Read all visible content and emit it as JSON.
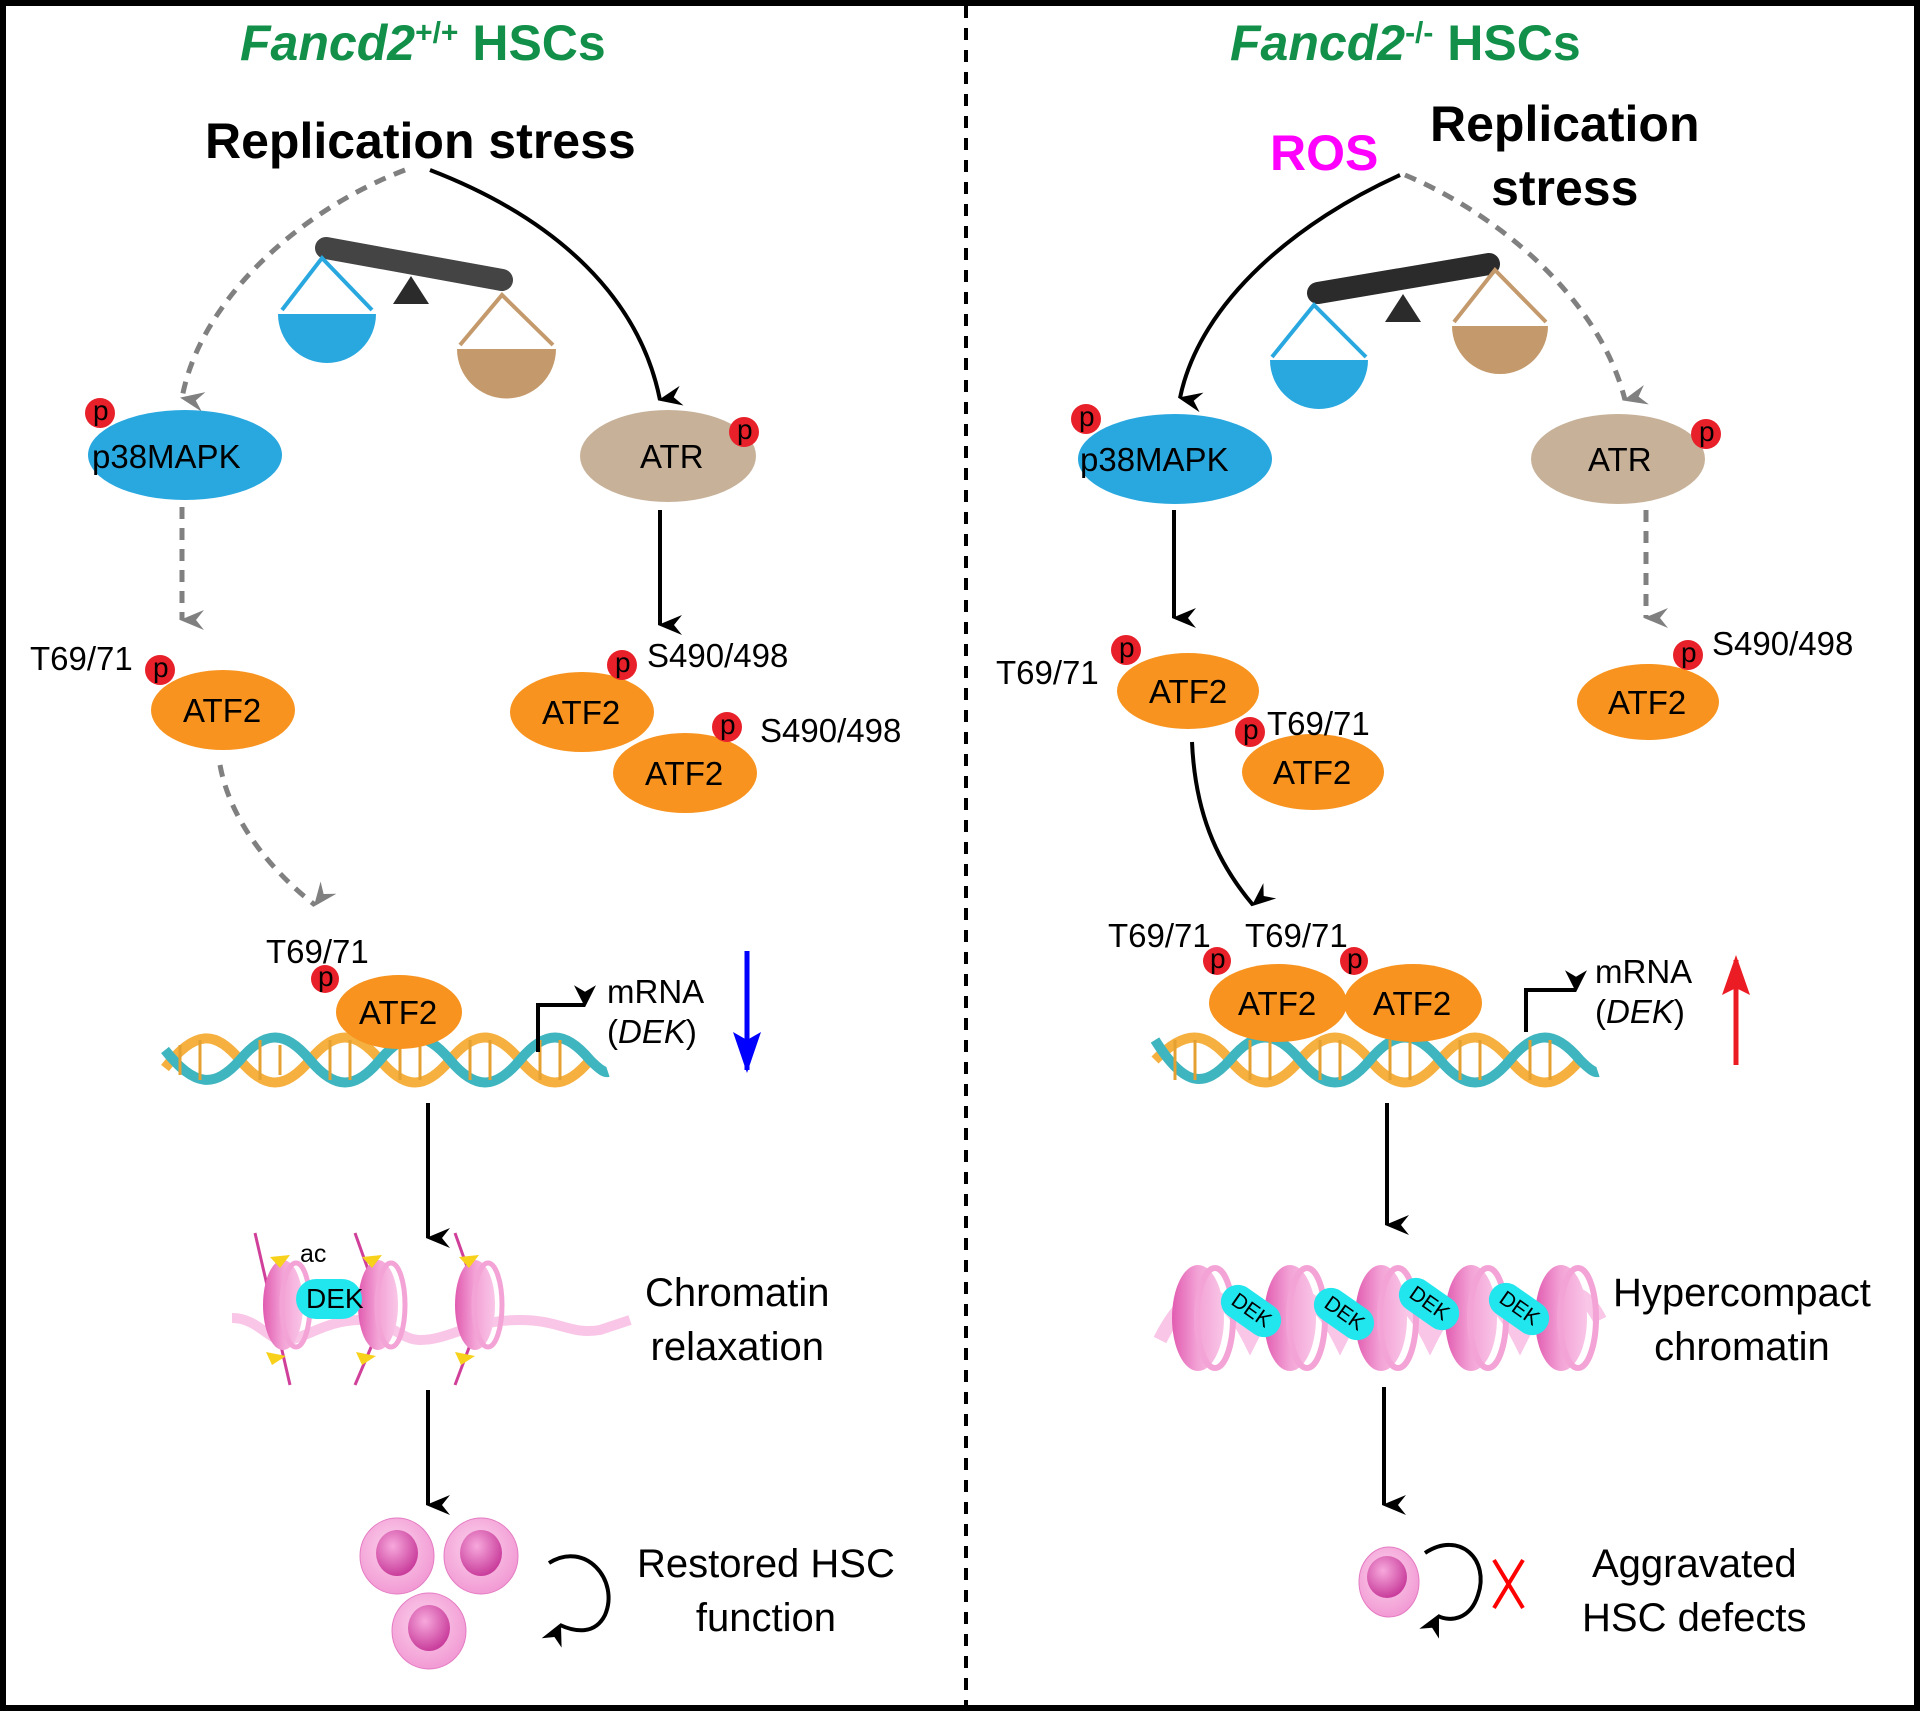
{
  "left_panel": {
    "title_gene": "Fancd2",
    "title_genotype": "+/+",
    "title_suffix": " HSCs",
    "stress_label": "Replication stress",
    "p38_label": "p38MAPK",
    "atr_label": "ATR",
    "phospho_label": "p",
    "atf2_label": "ATF2",
    "site_t69": "T69/71",
    "site_s490": "S490/498",
    "mrna_label": "mRNA",
    "mrna_gene": "DEK",
    "mrna_direction": "down",
    "acetyl_label": "ac",
    "dek_label": "DEK",
    "chromatin_line1": "Chromatin",
    "chromatin_line2": "relaxation",
    "outcome_line1": "Restored HSC",
    "outcome_line2": "function",
    "balance_tilt": "p38MAPK side up (ATR dominant)"
  },
  "right_panel": {
    "title_gene": "Fancd2",
    "title_genotype": "-/-",
    "title_suffix": " HSCs",
    "ros_label": "ROS",
    "stress_line1": "Replication",
    "stress_line2": "stress",
    "p38_label": "p38MAPK",
    "atr_label": "ATR",
    "phospho_label": "p",
    "atf2_label": "ATF2",
    "site_t69": "T69/71",
    "site_s490": "S490/498",
    "mrna_label": "mRNA",
    "mrna_gene": "DEK",
    "mrna_direction": "up",
    "dek_label": "DEK",
    "chromatin_line1": "Hypercompact",
    "chromatin_line2": "chromatin",
    "outcome_line1": "Aggravated",
    "outcome_line2": "HSC defects",
    "balance_tilt": "ATR side up (p38MAPK dominant)"
  },
  "colors": {
    "title_green": "#12904a",
    "ros_magenta": "#ff00ff",
    "p38_blue": "#29a8e0",
    "atr_tan": "#c7b299",
    "atf2_orange": "#f7931e",
    "phospho_red": "#e8202a",
    "dek_cyan": "#22e6ee",
    "nucleosome_pink": "#f4a6d7",
    "down_arrow_blue": "#0000ff",
    "up_arrow_red": "#ec1c24",
    "dashed_gray": "#808080"
  }
}
